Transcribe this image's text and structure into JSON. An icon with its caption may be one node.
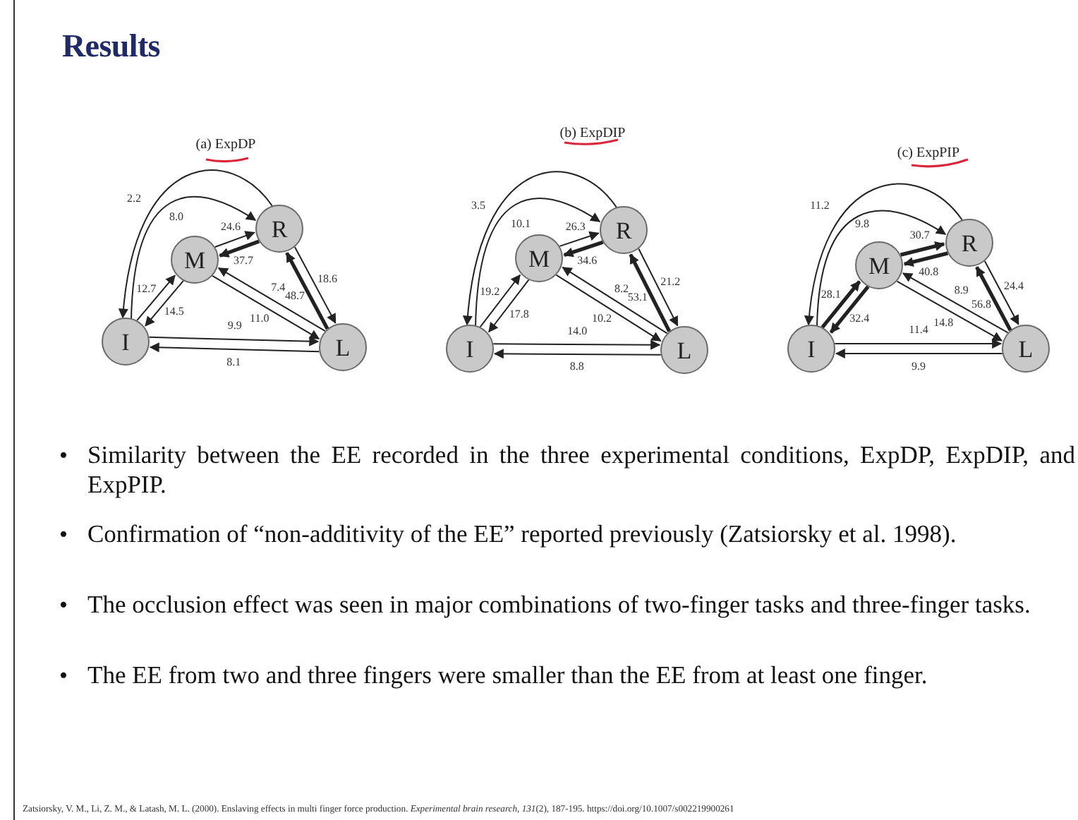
{
  "diagram": {
    "title": "Results",
    "nodes": [
      {
        "text": [
          "I"
        ]
      },
      {
        "text": [
          "M"
        ]
      },
      {
        "text": [
          "R"
        ]
      },
      {
        "text": [
          "L"
        ]
      },
      {
        "text": [
          "I"
        ]
      },
      {
        "text": [
          "M"
        ]
      },
      {
        "text": [
          "R"
        ]
      },
      {
        "text": [
          "L"
        ]
      },
      {
        "text": [
          "I"
        ]
      },
      {
        "text": [
          "M"
        ]
      },
      {
        "text": [
          "R"
        ]
      },
      {
        "text": [
          "L"
        ]
      }
    ],
    "edges": [
      {
        "from": 2,
        "to": 0,
        "arrow": "to",
        "label": "2.2"
      },
      {
        "from": 0,
        "to": 2,
        "arrow": "to",
        "label": "8.0"
      },
      {
        "from": 1,
        "to": 2,
        "arrow": "to",
        "label": "24.6"
      },
      {
        "from": 2,
        "to": 1,
        "arrow": "to",
        "label": "37.7",
        "style": "thick"
      },
      {
        "from": 0,
        "to": 1,
        "arrow": "to",
        "label": "12.7"
      },
      {
        "from": 1,
        "to": 0,
        "arrow": "to",
        "label": "14.5"
      },
      {
        "from": 3,
        "to": 1,
        "arrow": "to",
        "label": "7.4"
      },
      {
        "from": 1,
        "to": 3,
        "arrow": "to",
        "label": "11.0"
      },
      {
        "from": 2,
        "to": 3,
        "arrow": "to",
        "label": "18.6"
      },
      {
        "from": 3,
        "to": 2,
        "arrow": "to",
        "label": "48.7",
        "style": "thick"
      },
      {
        "from": 0,
        "to": 3,
        "arrow": "to",
        "label": "9.9"
      },
      {
        "from": 3,
        "to": 0,
        "arrow": "to",
        "label": "8.1"
      },
      {
        "from": 6,
        "to": 4,
        "arrow": "to",
        "label": "3.5"
      },
      {
        "from": 4,
        "to": 6,
        "arrow": "to",
        "label": "10.1"
      },
      {
        "from": 5,
        "to": 6,
        "arrow": "to",
        "label": "26.3"
      },
      {
        "from": 6,
        "to": 5,
        "arrow": "to",
        "label": "34.6",
        "style": "thick"
      },
      {
        "from": 4,
        "to": 5,
        "arrow": "to",
        "label": "19.2"
      },
      {
        "from": 5,
        "to": 4,
        "arrow": "to",
        "label": "17.8"
      },
      {
        "from": 7,
        "to": 5,
        "arrow": "to",
        "label": "8.2"
      },
      {
        "from": 5,
        "to": 7,
        "arrow": "to",
        "label": "10.2"
      },
      {
        "from": 6,
        "to": 7,
        "arrow": "to",
        "label": "21.2"
      },
      {
        "from": 7,
        "to": 6,
        "arrow": "to",
        "label": "53.1",
        "style": "thick"
      },
      {
        "from": 4,
        "to": 7,
        "arrow": "to",
        "label": "14.0"
      },
      {
        "from": 7,
        "to": 4,
        "arrow": "to",
        "label": "8.8"
      },
      {
        "from": 10,
        "to": 8,
        "arrow": "to",
        "label": "11.2"
      },
      {
        "from": 8,
        "to": 10,
        "arrow": "to",
        "label": "9.8"
      },
      {
        "from": 9,
        "to": 10,
        "arrow": "to",
        "label": "30.7",
        "style": "thick"
      },
      {
        "from": 10,
        "to": 9,
        "arrow": "to",
        "label": "40.8",
        "style": "thick"
      },
      {
        "from": 8,
        "to": 9,
        "arrow": "to",
        "label": "28.1",
        "style": "thick"
      },
      {
        "from": 9,
        "to": 8,
        "arrow": "to",
        "label": "32.4",
        "style": "thick"
      },
      {
        "from": 11,
        "to": 9,
        "arrow": "to",
        "label": "8.9"
      },
      {
        "from": 9,
        "to": 11,
        "arrow": "to",
        "label": "14.8"
      },
      {
        "from": 10,
        "to": 11,
        "arrow": "to",
        "label": "24.4"
      },
      {
        "from": 11,
        "to": 10,
        "arrow": "to",
        "label": "56.8",
        "style": "thick"
      },
      {
        "from": 8,
        "to": 11,
        "arrow": "to",
        "label": "11.4"
      },
      {
        "from": 11,
        "to": 8,
        "arrow": "to",
        "label": "9.9"
      }
    ],
    "labels": [
      "(a) ExpDP",
      "(b) ExpDIP",
      "(c) ExpPIP",
      "•",
      "Similarity between the EE recorded in the three experimental conditions, ExpDP, ExpDIP, and ExpPIP.",
      "•",
      "Confirmation of “non-additivity of the EE” reported previously (Zatsiorsky et al. 1998).",
      "•",
      "The occlusion effect was seen in major combinations of  two-finger tasks and  three-finger tasks.",
      "•",
      "The EE from two and three fingers were smaller than the EE from at least one finger.",
      "Zatsiorsky, V. M., Li, Z. M., & Latash, M. L. (2000). Enslaving effects in multi finger force production. *Experimental brain research, 131*(2), 187-195. https://doi.org/10.1007/s002219900261"
    ]
  }
}
